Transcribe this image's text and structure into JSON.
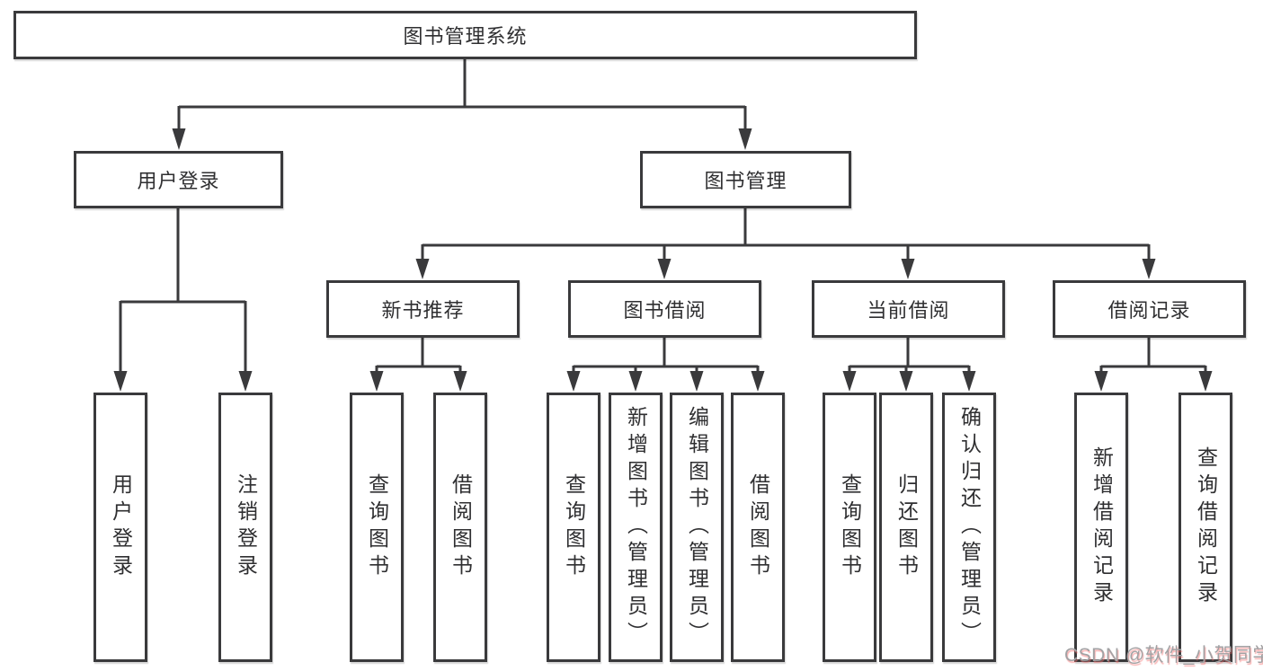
{
  "nodes": {
    "root": "图书管理系统",
    "user_login": "用户登录",
    "book_mgmt": "图书管理",
    "new_books": "新书推荐",
    "book_borrow": "图书借阅",
    "current_borrow": "当前借阅",
    "borrow_records": "借阅记录",
    "leaf_user_login": "用户登录",
    "leaf_logout": "注销登录",
    "leaf_nb_query_books": "查询图书",
    "leaf_nb_borrow_books": "借阅图书",
    "leaf_bb_query_books": "查询图书",
    "leaf_bb_add_books": "新增图书（管理员）",
    "leaf_bb_edit_books": "编辑图书（管理员）",
    "leaf_bb_borrow_books": "借阅图书",
    "leaf_cb_query_books": "查询图书",
    "leaf_cb_return_books": "归还图书",
    "leaf_cb_confirm_return": "确认归还（管理员）",
    "leaf_br_add_record": "新增借阅记录",
    "leaf_br_query_record": "查询借阅记录"
  },
  "watermark": "CSDN @软件_小贺同学",
  "colors": {
    "line": "#3a3a3c",
    "box_border": "#3a3a3c",
    "text": "#2f2f31",
    "watermark": "#a2a2a4",
    "watermark_shadow": "#f47070"
  }
}
